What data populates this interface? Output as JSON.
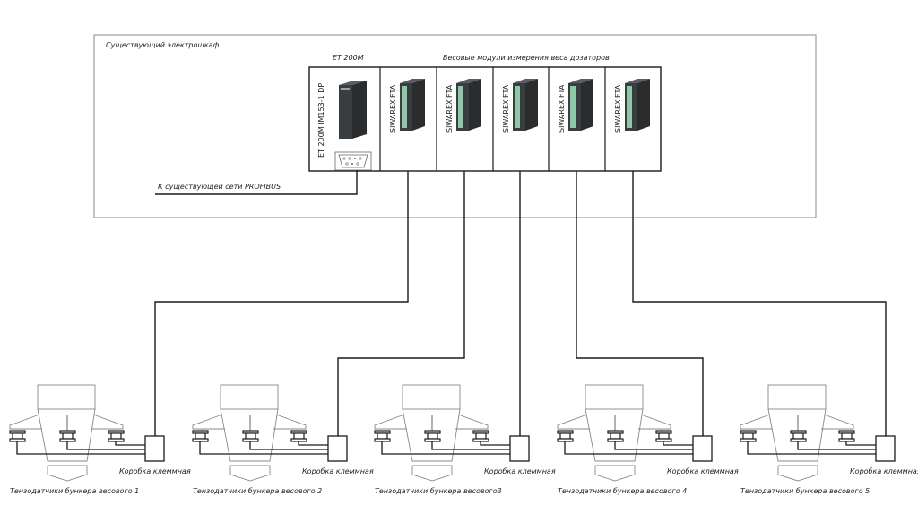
{
  "cabinet": {
    "label": "Существующий электрошкаф"
  },
  "rack": {
    "et200m_heading": "ET 200M",
    "modules_heading": "Весовые модули измерения веса дозаторов",
    "interface_module_label": "ET 200M IM153-1 DP",
    "weighing_modules": [
      {
        "label": "SIWAREX FTA"
      },
      {
        "label": "SIWAREX FTA"
      },
      {
        "label": "SIWAREX FTA"
      },
      {
        "label": "SIWAREX FTA"
      },
      {
        "label": "SIWAREX FTA"
      }
    ]
  },
  "profibus": {
    "label": "К существующей сети PROFIBUS"
  },
  "hoppers": [
    {
      "box_label": "Коробка клеммная",
      "caption": "Тензодатчики бункера весового 1"
    },
    {
      "box_label": "Коробка клеммная",
      "caption": "Тензодатчики бункера весового 2"
    },
    {
      "box_label": "Коробка клеммная",
      "caption": "Тензодатчики бункера весового3"
    },
    {
      "box_label": "Коробка клеммная",
      "caption": "Тензодатчики бункера весового 4"
    },
    {
      "box_label": "Коробка клеммная",
      "caption": "Тензодатчики бункера весового 5"
    }
  ],
  "colors": {
    "line": "#1a1a1a",
    "thin_line": "#777777",
    "module_body": "#3a3d40",
    "module_strip": "#8fc6a8"
  }
}
